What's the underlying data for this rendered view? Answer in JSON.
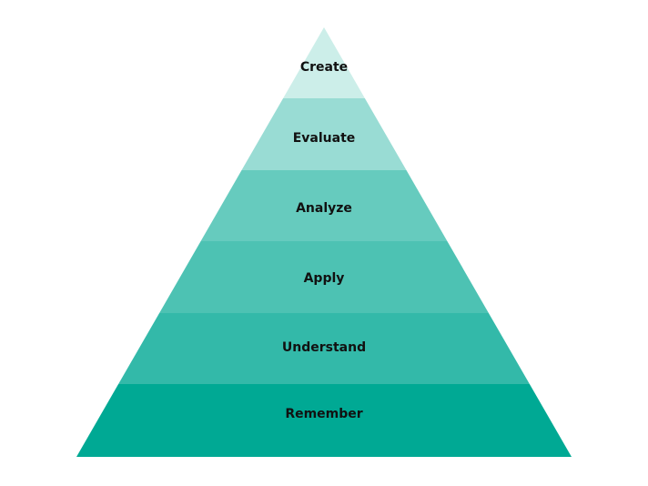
{
  "diagram": {
    "type": "pyramid",
    "layers_bottom_to_top": [
      {
        "label": "Remember",
        "color": "#00a994"
      },
      {
        "label": "Understand",
        "color": "#33b9a9"
      },
      {
        "label": "Apply",
        "color": "#4dc2b3"
      },
      {
        "label": "Analyze",
        "color": "#66cbbe"
      },
      {
        "label": "Evaluate",
        "color": "#99dcd4"
      },
      {
        "label": "Create",
        "color": "#cceee9"
      }
    ]
  }
}
